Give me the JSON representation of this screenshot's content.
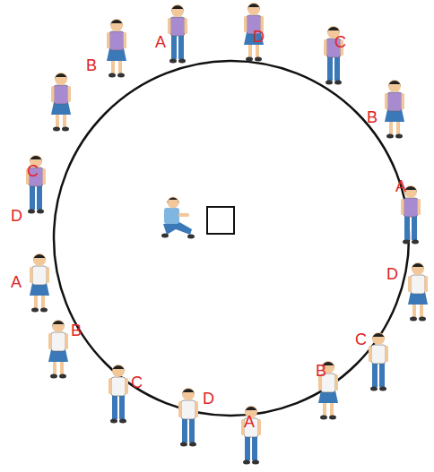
{
  "diagram": {
    "labels": [
      "A",
      "D",
      "C",
      "B",
      "A",
      "D",
      "C",
      "B",
      "A",
      "D",
      "C",
      "B",
      "A",
      "D",
      "C",
      "B"
    ]
  }
}
